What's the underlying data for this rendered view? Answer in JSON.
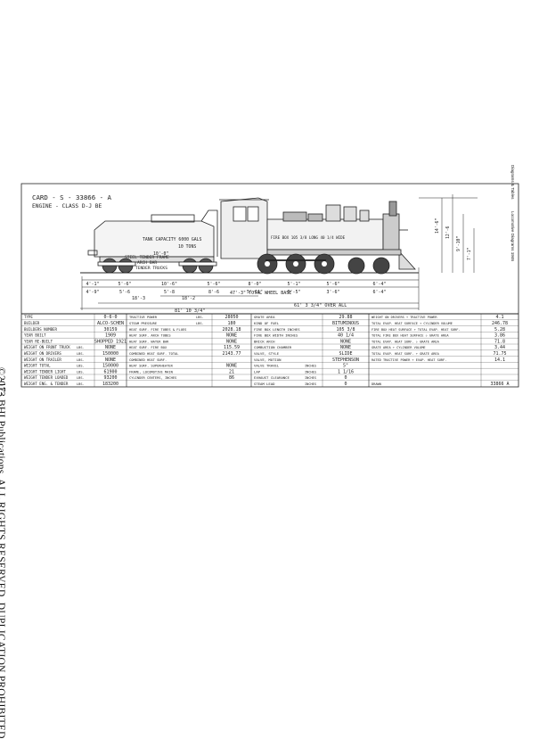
{
  "side": {
    "copyright": "©2013 BHI Publications, ALL RIGHTS RESERVED, DUPLICATION PROHIBITED",
    "page_number": "-17-",
    "header_left": "Diagrams & Tables",
    "header_right": "Locomotive Diagrams 1946"
  },
  "diagram": {
    "card_line1": "CARD - S - 33866 - A",
    "card_line2": "ENGINE - CLASS D-J  BE",
    "tank_capacity": "TANK CAPACITY  6000 GALS",
    "coal_tons": "10 TONS",
    "tank_width": "10'-0\"",
    "tender_frame": "STEEL TENDER FRAME",
    "arch_bar": "ARCH BAR",
    "tender_trucks": "TENDER TRUCKS",
    "firebox_note": "FIRE BOX 105 3/8 LONG 40 1/4 WIDE",
    "dim_overall": "61' 3 3/4\" OVER ALL",
    "dim_length_eng": "81' 10 3/4\"",
    "dim_wheelbase": "47'-3\" TOTAL WHEEL BASE",
    "dim_tender_wb": "18'-3",
    "dim_eng_wb": "18'-2",
    "dim_heights": [
      "14'-6\"",
      "12'-6",
      "9'-10\"",
      "7'-1\""
    ],
    "dim_top_row": [
      "4'-1\"",
      "5'-6\"",
      "10'-6\"",
      "5'-6\"",
      "8'-0\"",
      "5'-1\"",
      "5'-6\"",
      "6'-4\""
    ],
    "dim_bottom_row": [
      "4'-9\"",
      "5'-6",
      "5'-8",
      "8'-6",
      "5'-11\"",
      "6'-5\"",
      "3'-6\"",
      "6'-4\""
    ]
  },
  "table": {
    "col1": [
      {
        "label": "TYPE",
        "unit": "",
        "value": "0-6-0"
      },
      {
        "label": "BUILDER",
        "unit": "",
        "value": "ALCO-SCHEN"
      },
      {
        "label": "BUILDERS NUMBER",
        "unit": "",
        "value": "30159"
      },
      {
        "label": "YEAR BUILT",
        "unit": "",
        "value": "1909"
      },
      {
        "label": "YEAR RE-BUILT",
        "unit": "",
        "value": "SHOPPED 1921"
      },
      {
        "label": "WEIGHT ON FRONT TRUCK",
        "unit": "LBS.",
        "value": "NONE"
      },
      {
        "label": "WEIGHT ON DRIVERS",
        "unit": "LBS.",
        "value": "150000"
      },
      {
        "label": "WEIGHT ON TRAILER",
        "unit": "LBS.",
        "value": "NONE"
      },
      {
        "label": "WEIGHT TOTAL",
        "unit": "LBS.",
        "value": "150000"
      },
      {
        "label": "WEIGHT TENDER LIGHT",
        "unit": "LBS.",
        "value": "61900"
      },
      {
        "label": "WEIGHT TENDER LOADED",
        "unit": "LBS.",
        "value": "93200"
      },
      {
        "label": "WEIGHT ENG. & TENDER",
        "unit": "LBS.",
        "value": "183200"
      }
    ],
    "col2": [
      {
        "label": "TRACTIVE POWER",
        "unit": "LBS.",
        "value": "28050"
      },
      {
        "label": "STEAM PRESSURE",
        "unit": "LBS.",
        "value": "180"
      },
      {
        "label": "HEAT SURF. FIRE TUBES & FLUES",
        "unit": "",
        "value": "2028.18"
      },
      {
        "label": "HEAT SURF. ARCH TUBES",
        "unit": "",
        "value": "NONE"
      },
      {
        "label": "HEAT SURF. WATER BAR",
        "unit": "",
        "value": "NONE"
      },
      {
        "label": "HEAT SURF. FIRE BOX",
        "unit": "",
        "value": "115.59"
      },
      {
        "label": "COMBINED HEAT SURF. TOTAL",
        "unit": "",
        "value": "2143.77"
      },
      {
        "label": "COMBINED HEAT SURF.",
        "unit": "",
        "value": ""
      },
      {
        "label": "HEAT SURF. SUPERHEATER",
        "unit": "",
        "value": "NONE"
      },
      {
        "label": "FRAME, LOCOMOTIVE MAIN",
        "unit": "",
        "value": "21"
      },
      {
        "label": "CYLINDER CENTERS, INCHES",
        "unit": "",
        "value": "86"
      },
      {
        "label": "",
        "unit": "",
        "value": ""
      }
    ],
    "col3": [
      {
        "label": "GRATE AREA",
        "unit": "",
        "value": "29.88"
      },
      {
        "label": "KIND OF FUEL",
        "unit": "",
        "value": "BITUMINOUS"
      },
      {
        "label": "FIRE BOX LENGTH INCHES",
        "unit": "",
        "value": "105 3/8"
      },
      {
        "label": "FIRE BOX WIDTH INCHES",
        "unit": "",
        "value": "40 1/4"
      },
      {
        "label": "BRICK ARCH",
        "unit": "",
        "value": "NONE"
      },
      {
        "label": "COMBUSTION CHAMBER",
        "unit": "",
        "value": "NONE"
      },
      {
        "label": "VALVE, STYLE",
        "unit": "",
        "value": "SLIDE"
      },
      {
        "label": "VALVE, MOTION",
        "unit": "",
        "value": "STEPHENSON"
      },
      {
        "label": "VALVE TRAVEL",
        "unit": "INCHES",
        "value": "5\""
      },
      {
        "label": "LAP",
        "unit": "INCHES",
        "value": "1 1/16"
      },
      {
        "label": "EXHAUST CLEARANCE",
        "unit": "INCHES",
        "value": "0"
      },
      {
        "label": "STEAM LEAD",
        "unit": "INCHES",
        "value": "0"
      }
    ],
    "col4": [
      {
        "label": "WEIGHT ON DRIVERS ÷ TRACTIVE POWER",
        "value": "4.1"
      },
      {
        "label": "TOTAL EVAP. HEAT SURFACE ÷ CYLINDER VOLUME",
        "value": "246.78"
      },
      {
        "label": "FIRE BOX HEAT SURFACE ÷ TOTAL EVAP. HEAT SURF.",
        "value": "5.28"
      },
      {
        "label": "TOTAL FIRE BOX HEAT SURFACE ÷ GRATE AREA",
        "value": "3.86"
      },
      {
        "label": "TOTAL EVAP. HEAT SURF. ÷ GRATE AREA",
        "value": "71.8"
      },
      {
        "label": "GRATE AREA ÷ CYLINDER VOLUME",
        "value": "3.44"
      },
      {
        "label": "TOTAL EVAP. HEAT SURF. ÷ GRATE AREA",
        "value": "71.75"
      },
      {
        "label": "RATED TRACTIVE POWER ÷ EVAP. HEAT SURF.",
        "value": "14.1"
      },
      {
        "label": "",
        "value": ""
      },
      {
        "label": "",
        "value": ""
      },
      {
        "label": "",
        "value": ""
      },
      {
        "label": "DRAWN",
        "value": "33866 A"
      }
    ]
  }
}
